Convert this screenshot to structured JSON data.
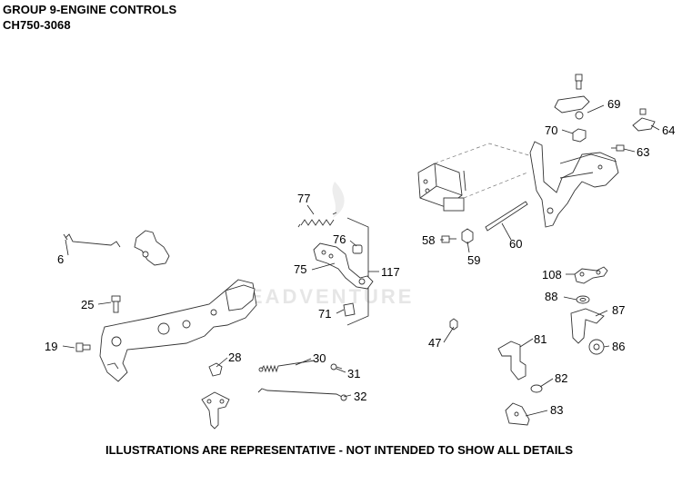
{
  "header": {
    "title_line1": "GROUP 9-ENGINE CONTROLS",
    "title_line2": "CH750-3068"
  },
  "footer": {
    "note": "ILLUSTRATIONS ARE REPRESENTATIVE - NOT INTENDED TO SHOW ALL DETAILS"
  },
  "watermark": {
    "text": "READVENTURE"
  },
  "callouts": {
    "p6": "6",
    "p19": "19",
    "p25": "25",
    "p28": "28",
    "p30": "30",
    "p31": "31",
    "p32": "32",
    "p47": "47",
    "p58": "58",
    "p59": "59",
    "p60": "60",
    "p63": "63",
    "p64": "64",
    "p69": "69",
    "p70": "70",
    "p71": "71",
    "p75": "75",
    "p76": "76",
    "p77": "77",
    "p81": "81",
    "p82": "82",
    "p83": "83",
    "p86": "86",
    "p87": "87",
    "p88": "88",
    "p108": "108",
    "p117": "117"
  }
}
